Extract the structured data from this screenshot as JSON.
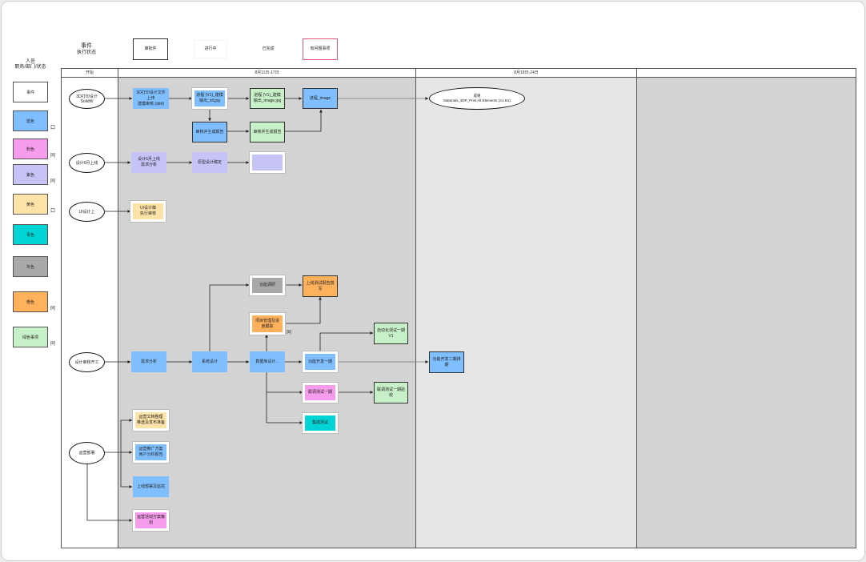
{
  "header": {
    "title": "事件",
    "subtitle": "执行状态",
    "pills": [
      "审批件",
      "进行中",
      "已完成",
      "有问题事项"
    ]
  },
  "sidebar": {
    "title": "人员",
    "subtitle": "职务/部门/状态",
    "legend": [
      {
        "label": "事件",
        "color": "#ffffff",
        "mark": ""
      },
      {
        "label": "蓝色",
        "color": "#7fbfff",
        "mark": "口"
      },
      {
        "label": "粉色",
        "color": "#f79cec",
        "mark": "同"
      },
      {
        "label": "紫色",
        "color": "#c6c3f7",
        "mark": "同"
      },
      {
        "label": "黄色",
        "color": "#fde3a7",
        "mark": "口"
      },
      {
        "label": "青色",
        "color": "#00d4d4",
        "mark": ""
      },
      {
        "label": "灰色",
        "color": "#a9a9a9",
        "mark": ""
      },
      {
        "label": "橙色",
        "color": "#ffb15c",
        "mark": "同"
      },
      {
        "label": "绿色事项",
        "color": "#c8f0c8",
        "mark": "同"
      }
    ]
  },
  "lanes": {
    "start": "开始",
    "lane1": "8月11日-17日",
    "lane2": "8月18日-24日"
  },
  "colors": {
    "blue": "#7fbfff",
    "green": "#c8f0c8",
    "purple": "#c6c3f7",
    "yellow": "#fde3a7",
    "orange": "#ffb15c",
    "pink": "#f79cec",
    "cyan": "#00d4d4",
    "gray": "#a9a9a9",
    "lane_dark": "#d3d3d3",
    "lane_light": "#e6e6e6"
  },
  "starts": [
    "3D打印设计\nSolidW",
    "设计6月上线",
    "UI设计上",
    "设计审核开工",
    "运营部署"
  ],
  "nodes": {
    "r1_a": "3D打印设计文件上传\n建模审核 (ddd)",
    "r1_b": "进程 (V1)_建模\n输出_stl.jpg",
    "r1_c": "进程 (V1)_建模\n输出_image.jpg",
    "r1_d": "进程_image",
    "r1_e": "审核并生成报告",
    "r1_f": "审核并生成报告",
    "r1_end": "成果\nMaterials_3DP_Print All Elements (A1 B1)",
    "r2_a": "设计6月上线\n需求分析",
    "r2_b": "原型设计稿定",
    "r2_c": "",
    "r3_a": "UI设计稿\n执行审核",
    "r4_gray": "功能调研",
    "r4_orange1": "上线测试报告撰写",
    "r4_orange2": "项目管理及进度跟踪",
    "r4_a": "需求分析",
    "r4_b": "系统设计",
    "r4_c": "数据库设计...",
    "r4_d": "功能开发一期",
    "r4_e": "自动化测试一期 V1",
    "r4_pink": "联调测试一期",
    "r4_green2": "联调测试一期验收",
    "r4_cyan": "集成测试",
    "r4_out": "功能开发二期排期",
    "r4_mark": "同",
    "r5_a": "运营文档整理\n推送及发布准备",
    "r5_b": "运营推广方案\n用户分析报告",
    "r5_c": "上线部署及监控",
    "r5_d": "运营活动方案策划"
  }
}
